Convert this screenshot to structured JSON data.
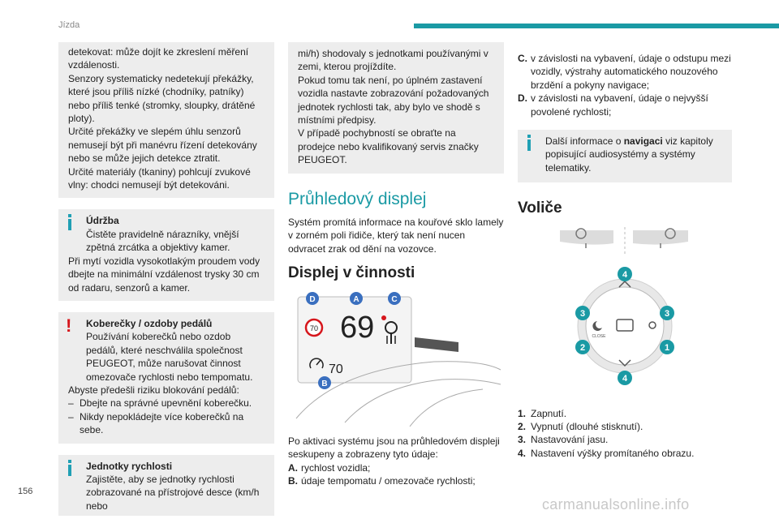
{
  "header": {
    "chapter": "Jízda"
  },
  "page_number": "156",
  "col1": {
    "intro_lines": [
      "detekovat: může dojít ke zkreslení měření vzdálenosti.",
      "Senzory systematicky nedetekují překážky, které jsou příliš nízké (chodníky, patníky) nebo příliš tenké (stromky, sloupky, drátěné ploty).",
      "Určité překážky ve slepém úhlu senzorů nemusejí být při manévru řízení detekovány nebo se může jejich detekce ztratit.",
      "Určité materiály (tkaniny) pohlcují zvukové vlny: chodci nemusejí být detekováni."
    ],
    "maintenance": {
      "title": "Údržba",
      "lines": [
        "Čistěte pravidelně nárazníky, vnější zpětná zrcátka a objektivy kamer.",
        "Při mytí vozidla vysokotlakým proudem vody dbejte na minimální vzdálenost trysky 30 cm od radaru, senzorů a kamer."
      ]
    },
    "mats": {
      "title": "Koberečky / ozdoby pedálů",
      "lines": [
        "Používání koberečků nebo ozdob pedálů, které neschválila společnost PEUGEOT, může narušovat činnost omezovače rychlosti nebo tempomatu.",
        "Abyste předešli riziku blokování pedálů:"
      ],
      "bullets": [
        "Dbejte na správné upevnění koberečku.",
        "Nikdy nepokládejte více koberečků na sebe."
      ]
    },
    "units": {
      "title": "Jednotky rychlosti",
      "line": "Zajistěte, aby se jednotky rychlosti zobrazované na přístrojové desce (km/h nebo"
    }
  },
  "col2": {
    "units_cont": [
      "mi/h) shodovaly s jednotkami používanými v zemi, kterou projíždíte.",
      "Pokud tomu tak není, po úplném zastavení vozidla nastavte zobrazování požadovaných jednotek rychlosti tak, aby bylo ve shodě s místními předpisy.",
      "V případě pochybností se obraťte na prodejce nebo kvalifikovaný servis značky PEUGEOT."
    ],
    "section_title": "Průhledový displej",
    "section_intro": "Systém promítá informace na kouřové sklo lamely v zorném poli řidiče, který tak není nucen odvracet zrak od dění na vozovce.",
    "sub_title": "Displej v činnosti",
    "hud": {
      "speed": "69",
      "limit": "70",
      "cruise": "70",
      "markers": [
        "D",
        "A",
        "C",
        "B"
      ]
    },
    "after_text": "Po aktivaci systému jsou na průhledovém displeji seskupeny a zobrazeny tyto údaje:",
    "items": [
      {
        "label": "A.",
        "text": "rychlost vozidla;"
      },
      {
        "label": "B.",
        "text": "údaje tempomatu / omezovače rychlosti;"
      }
    ]
  },
  "col3": {
    "items": [
      {
        "label": "C.",
        "text": "v závislosti na vybavení, údaje o odstupu mezi vozidly, výstrahy automatického nouzového brzdění a pokyny navigace;"
      },
      {
        "label": "D.",
        "text": "v závislosti na vybavení, údaje o nejvyšší povolené rychlosti;"
      }
    ],
    "info": {
      "pre": "Další informace o ",
      "bold": "navigaci",
      "post": " viz kapitoly popisující audiosystémy a systémy telematiky."
    },
    "section_title": "Voliče",
    "knob": {
      "close_label": "CLOSE",
      "numbers": [
        "4",
        "3",
        "3",
        "2",
        "1",
        "4"
      ]
    },
    "list": [
      {
        "n": "1.",
        "text": "Zapnutí."
      },
      {
        "n": "2.",
        "text": "Vypnutí (dlouhé stisknutí)."
      },
      {
        "n": "3.",
        "text": "Nastavování jasu."
      },
      {
        "n": "4.",
        "text": "Nastavení výšky promítaného obrazu."
      }
    ]
  },
  "watermark": "carmanualsonline.info",
  "colors": {
    "accent": "#1a9aa4",
    "marker": "#3a6fbf",
    "warn": "#d6161c"
  }
}
